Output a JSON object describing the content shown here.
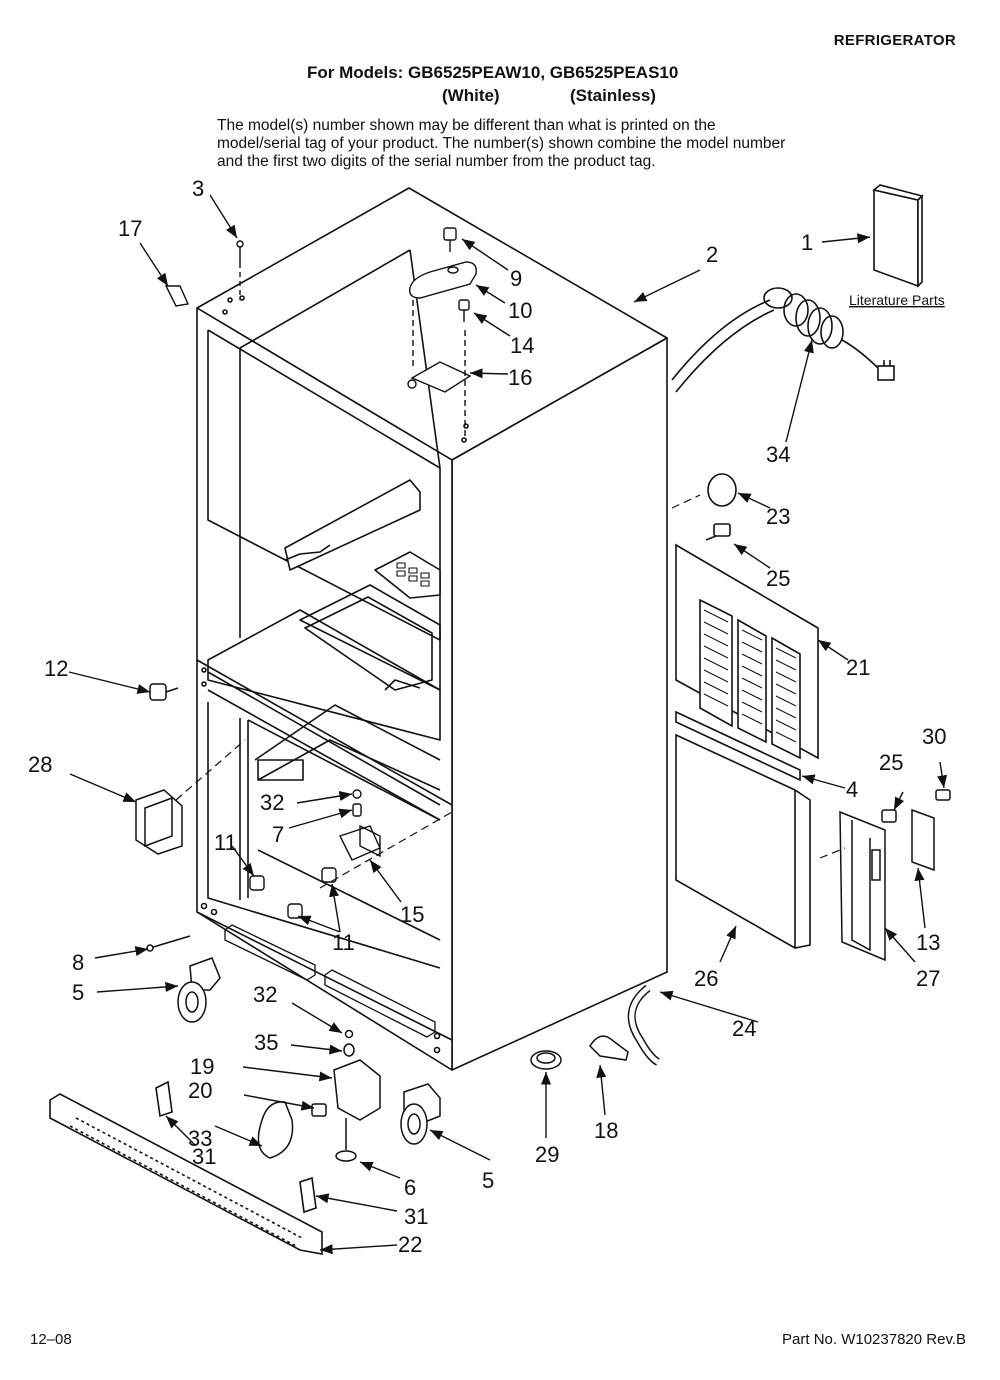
{
  "header": {
    "category": "REFRIGERATOR",
    "models_line": "For Models: GB6525PEAW10, GB6525PEAS10",
    "variant_white": "(White)",
    "variant_stainless": "(Stainless)",
    "note": "The model(s) number shown may be different than what is printed on the model/serial tag of your product. The number(s) shown combine the model number and the first two digits of the serial number from the product tag."
  },
  "diagram": {
    "literature_label": "Literature Parts",
    "callouts": [
      "1",
      "2",
      "3",
      "4",
      "5",
      "5",
      "6",
      "7",
      "8",
      "9",
      "10",
      "11",
      "11",
      "12",
      "13",
      "14",
      "15",
      "16",
      "17",
      "18",
      "19",
      "20",
      "21",
      "22",
      "23",
      "24",
      "25",
      "25",
      "26",
      "27",
      "28",
      "29",
      "30",
      "31",
      "31",
      "32",
      "32",
      "33",
      "34",
      "35"
    ]
  },
  "footer": {
    "date": "12–08",
    "part_number": "Part No. W10237820 Rev.B"
  }
}
